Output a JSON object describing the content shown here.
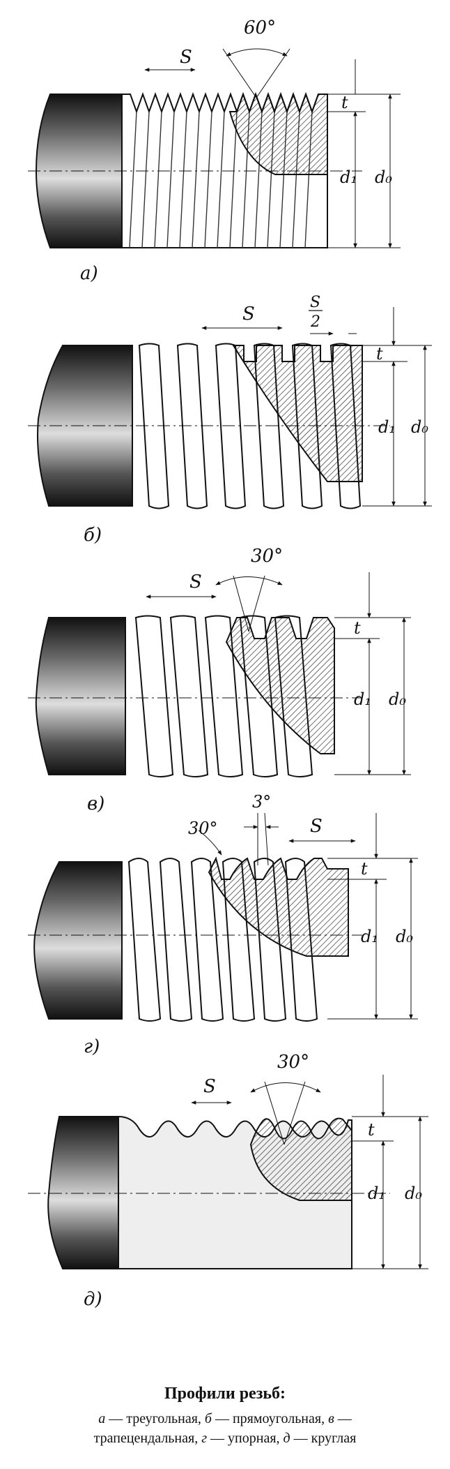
{
  "panels": [
    {
      "key": "a",
      "label": "а)",
      "pitch": "S",
      "angle": "60°",
      "depth": "t",
      "inner": "d₁",
      "outer": "d₀"
    },
    {
      "key": "b",
      "label": "б)",
      "pitch": "S",
      "half_pitch_num": "S",
      "half_pitch_den": "2",
      "depth": "t",
      "inner": "d₁",
      "outer": "d₀"
    },
    {
      "key": "v",
      "label": "в)",
      "pitch": "S",
      "angle": "30°",
      "depth": "t",
      "inner": "d₁",
      "outer": "d₀"
    },
    {
      "key": "g",
      "label": "г)",
      "pitch": "S",
      "angle": "30°",
      "angle2": "3°",
      "depth": "t",
      "inner": "d₁",
      "outer": "d₀"
    },
    {
      "key": "d",
      "label": "д)",
      "pitch": "S",
      "angle": "30°",
      "depth": "t",
      "inner": "d₁",
      "outer": "d₀"
    }
  ],
  "caption": {
    "title": "Профили резьб:",
    "items": [
      {
        "letter": "а",
        "text": " — треугольная, "
      },
      {
        "letter": "б",
        "text": " — прямоугольная, "
      },
      {
        "letter": "в",
        "text": " —"
      },
      {
        "letter": "",
        "text": "трапецендальная, "
      },
      {
        "letter": "г",
        "text": " — упорная, "
      },
      {
        "letter": "д",
        "text": " — круглая"
      }
    ]
  }
}
